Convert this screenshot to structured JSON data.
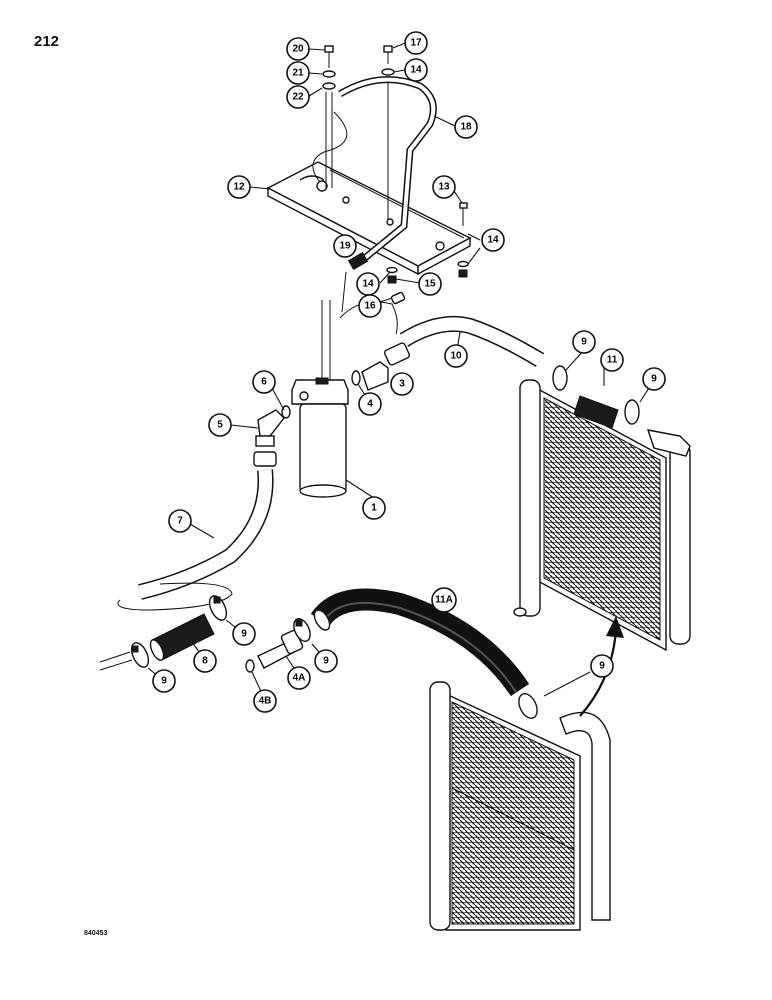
{
  "page": {
    "number": "212",
    "figure_code": "840453"
  },
  "callouts": [
    {
      "id": "c1",
      "label": "1"
    },
    {
      "id": "c3",
      "label": "3"
    },
    {
      "id": "c4",
      "label": "4"
    },
    {
      "id": "c4a",
      "label": "4A"
    },
    {
      "id": "c4b",
      "label": "4B"
    },
    {
      "id": "c5",
      "label": "5"
    },
    {
      "id": "c6",
      "label": "6"
    },
    {
      "id": "c7",
      "label": "7"
    },
    {
      "id": "c8",
      "label": "8"
    },
    {
      "id": "c9a",
      "label": "9"
    },
    {
      "id": "c9b",
      "label": "9"
    },
    {
      "id": "c9c",
      "label": "9"
    },
    {
      "id": "c9d",
      "label": "9"
    },
    {
      "id": "c9e",
      "label": "9"
    },
    {
      "id": "c9f",
      "label": "9"
    },
    {
      "id": "c10",
      "label": "10"
    },
    {
      "id": "c11",
      "label": "11"
    },
    {
      "id": "c11a",
      "label": "11A"
    },
    {
      "id": "c12",
      "label": "12"
    },
    {
      "id": "c13",
      "label": "13"
    },
    {
      "id": "c14a",
      "label": "14"
    },
    {
      "id": "c14b",
      "label": "14"
    },
    {
      "id": "c14c",
      "label": "14"
    },
    {
      "id": "c15",
      "label": "15"
    },
    {
      "id": "c16",
      "label": "16"
    },
    {
      "id": "c17",
      "label": "17"
    },
    {
      "id": "c18",
      "label": "18"
    },
    {
      "id": "c19",
      "label": "19"
    },
    {
      "id": "c20",
      "label": "20"
    },
    {
      "id": "c21",
      "label": "21"
    },
    {
      "id": "c22",
      "label": "22"
    }
  ]
}
